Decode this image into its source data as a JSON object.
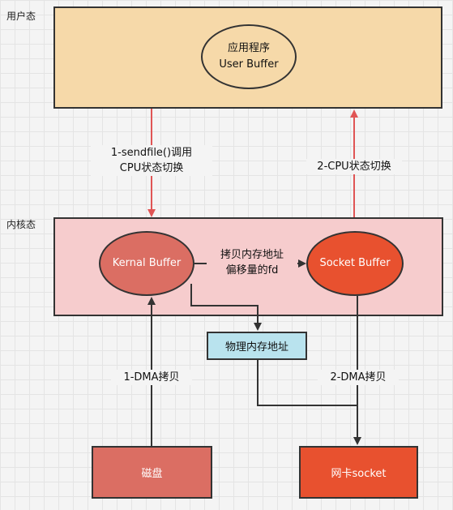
{
  "user_space": {
    "label": "用户态",
    "app_line1": "应用程序",
    "app_line2": "User Buffer"
  },
  "kernel_space": {
    "label": "内核态",
    "kernel_buffer": "Kernal Buffer",
    "socket_buffer": "Socket Buffer",
    "copy_line1": "拷贝内存地址",
    "copy_line2": "偏移量的fd"
  },
  "physical_memory": "物理内存地址",
  "disk": "磁盘",
  "nic": "网卡socket",
  "steps": {
    "sendfile_line1": "1-sendfile()调用",
    "sendfile_line2": "CPU状态切换",
    "cpu_switch_back": "2-CPU状态切换",
    "dma_copy_in": "1-DMA拷贝",
    "dma_copy_out": "2-DMA拷贝"
  },
  "colors": {
    "user_space": "#f6d9a9",
    "kernel_space": "#f6cccd",
    "kernel_buffer": "#db6e63",
    "socket_buffer": "#e8512f",
    "physical_memory": "#b9e3ee",
    "arrow_red": "#e05555",
    "arrow_dark": "#333333"
  }
}
